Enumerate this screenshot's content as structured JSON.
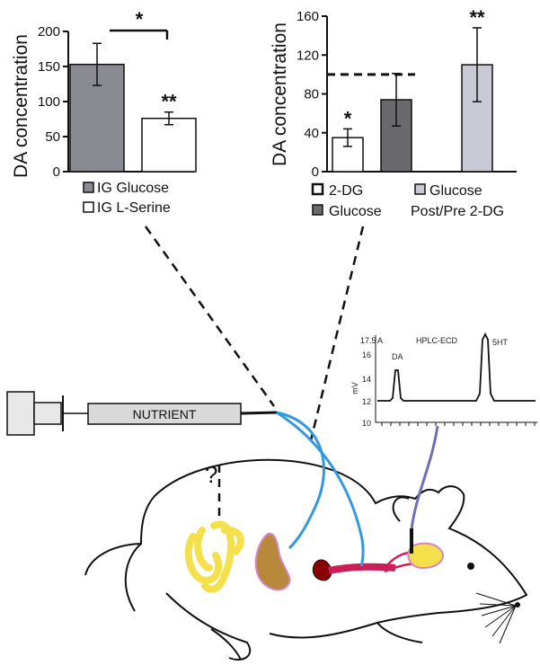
{
  "chart_data": [
    {
      "type": "bar",
      "ylabel": "DA concentration",
      "ylim": [
        0,
        200
      ],
      "yticks": [
        "0",
        "50",
        "100",
        "150",
        "200"
      ],
      "series": [
        {
          "name": "IG Glucose",
          "value": 153,
          "error": 30,
          "color": "#8a8a92",
          "sig": ""
        },
        {
          "name": "IG L-Serine",
          "value": 76,
          "error": 9,
          "color": "#ffffff",
          "sig": "**"
        }
      ],
      "bracket_sig": "*"
    },
    {
      "type": "bar",
      "ylabel": "DA concentration",
      "ylim": [
        0,
        160
      ],
      "yticks": [
        "0",
        "40",
        "80",
        "120",
        "160"
      ],
      "reference_line": 100,
      "series": [
        {
          "name": "2-DG",
          "value": 35,
          "error": 9,
          "color": "#ffffff",
          "sig": "*"
        },
        {
          "name": "Glucose",
          "value": 74,
          "error": 27,
          "color": "#6a6a6e",
          "sig": ""
        },
        {
          "name": "Glucose Post/Pre 2-DG",
          "value": 110,
          "error": 38,
          "color": "#c9cad6",
          "sig": "**"
        }
      ],
      "legend": {
        "l1": "2-DG",
        "l2": "Glucose",
        "l3a": "Glucose",
        "l3b": "Post/Pre 2-DG"
      }
    }
  ],
  "hplc": {
    "title": "HPLC-ECD",
    "unit_top": "17.5",
    "unit_top_suffix": "A",
    "yticks": [
      "16",
      "14",
      "12",
      "10"
    ],
    "ylabel": "mV",
    "peak1": "DA",
    "peak2": "5HT"
  },
  "diagram": {
    "syringe_label": "NUTRIENT",
    "question": "?"
  },
  "colors": {
    "nerve": "#3399dd",
    "probe": "#6f6fb5",
    "intestine": "#f4e04a",
    "stomach": "#b8893a",
    "pathway": "#cc1f5a",
    "nucleus": "#f4e04a"
  }
}
